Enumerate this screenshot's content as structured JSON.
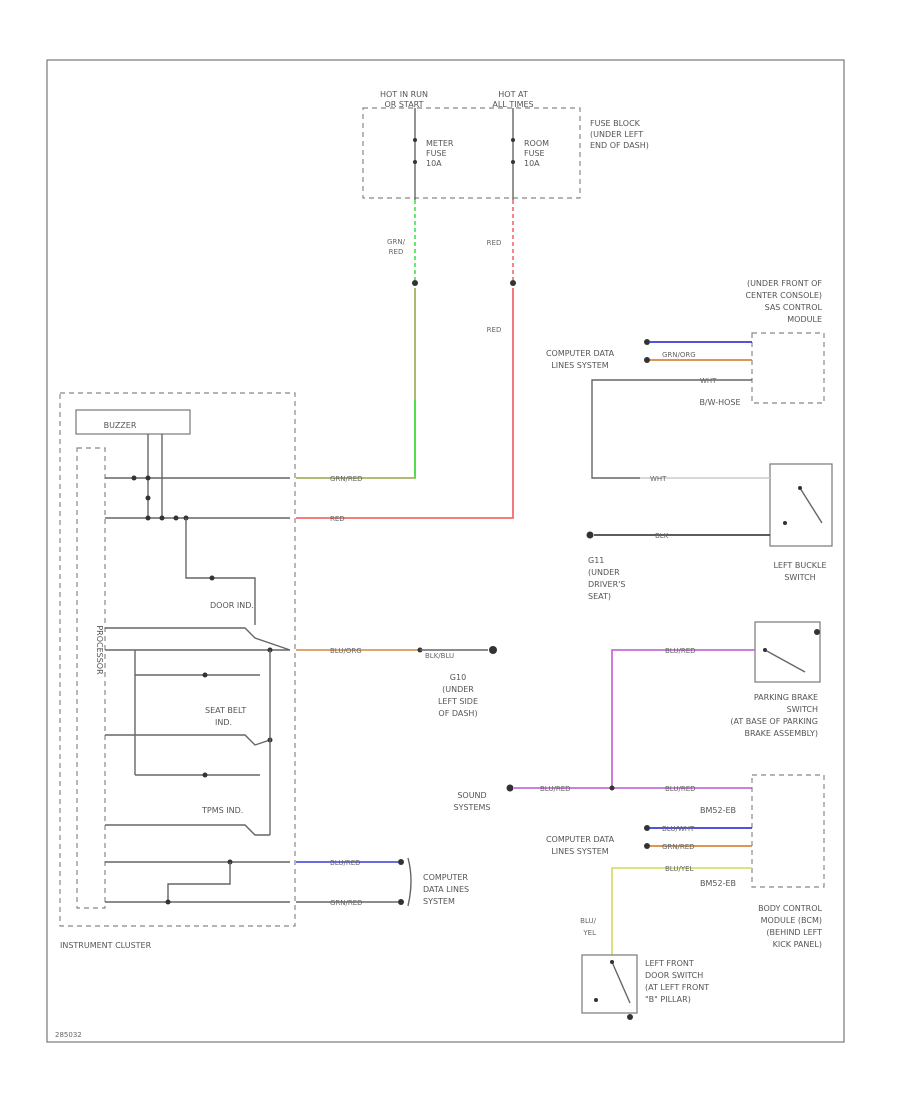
{
  "fuse_block": {
    "hot_run": [
      "HOT IN RUN",
      "OR START"
    ],
    "hot_all": [
      "HOT AT",
      "ALL TIMES"
    ],
    "meter_fuse": [
      "METER",
      "FUSE",
      "10A"
    ],
    "room_fuse": [
      "ROOM",
      "FUSE",
      "10A"
    ],
    "location": [
      "FUSE BLOCK",
      "(UNDER LEFT",
      "END OF DASH)"
    ]
  },
  "wires": {
    "grn_red": [
      "GRN/",
      "RED"
    ],
    "red_top": "RED",
    "red_mid": "RED",
    "grn_red_cluster": "GRN/RED",
    "red_cluster": "RED",
    "blu_org": "BLU/ORG",
    "blk_blu": "BLK/BLU",
    "wht_top": "WHT",
    "wht_buckle": "WHT",
    "blk_buckle": "BLK",
    "blu_red_1": "BLU/RED",
    "blu_red_2": "BLU/RED",
    "blu_red_3": "BLU/RED",
    "blu_wht": "BLU/WHT",
    "grn_org_sas": "GRN/ORG",
    "blu_yel": "BLU/YEL",
    "grn_red_bcm": "GRN/RED",
    "blu_yel_label": [
      "BLU/",
      "YEL"
    ],
    "blu_red_cluster": "BLU/RED",
    "grn_red_cluster_b": "GRN/RED"
  },
  "sas": {
    "location": [
      "(UNDER FRONT OF",
      "CENTER CONSOLE)",
      "SAS CONTROL",
      "MODULE"
    ],
    "comp_data": [
      "COMPUTER DATA",
      "LINES SYSTEM"
    ],
    "connector": "B/W-HOSE"
  },
  "cluster": {
    "buzzer": "BUZZER",
    "processor": "PROCESSOR",
    "door_ind": "DOOR IND.",
    "seat_belt_ind": [
      "SEAT BELT",
      "IND."
    ],
    "tpms_ind": "TPMS IND.",
    "label": "INSTRUMENT CLUSTER",
    "comp_data": [
      "COMPUTER",
      "DATA LINES",
      "SYSTEM"
    ]
  },
  "ground_left": [
    "G10",
    "(UNDER",
    "LEFT SIDE",
    "OF DASH)"
  ],
  "ground_seat": [
    "G11",
    "(UNDER",
    "DRIVER'S",
    "SEAT)"
  ],
  "left_buckle": [
    "LEFT BUCKLE",
    "SWITCH"
  ],
  "parking_brake": [
    "PARKING BRAKE",
    "SWITCH",
    "(AT BASE OF PARKING",
    "BRAKE ASSEMBLY)"
  ],
  "sound": [
    "SOUND",
    "SYSTEMS"
  ],
  "bcm": {
    "comp_data": [
      "COMPUTER DATA",
      "LINES SYSTEM"
    ],
    "connector_1": "BM52-EB",
    "connector_2": "BM52-EB",
    "location": [
      "BODY CONTROL",
      "MODULE (BCM)",
      "(BEHIND LEFT",
      "KICK PANEL)"
    ]
  },
  "door_switch": [
    "LEFT FRONT",
    "DOOR SWITCH",
    "(AT LEFT FRONT",
    "\"B\" PILLAR)"
  ],
  "footer_code": "285032",
  "colors": {
    "green": "#49e04a",
    "red": "#f26b6b",
    "blue": "#3a3ad8",
    "purple": "#c46fd8",
    "olive": "#a8a860",
    "orange": "#d68a3c",
    "yellow": "#d8e070"
  }
}
